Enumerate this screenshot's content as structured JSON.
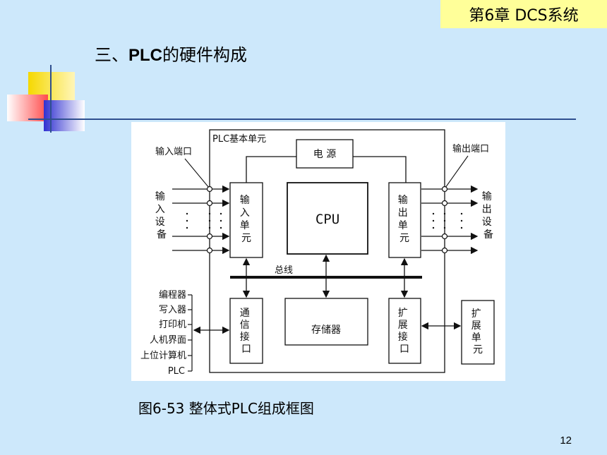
{
  "chapter_tag": "第6章 DCS系统",
  "heading": {
    "prefix": "三、",
    "en": "PLC",
    "suffix": "的硬件构成"
  },
  "diagram": {
    "outer_frame": "PLC基本单元",
    "input_port": "输入端口",
    "output_port": "输出端口",
    "power": "电 源",
    "cpu": "CPU",
    "input_unit": [
      "输",
      "入",
      "单",
      "元"
    ],
    "output_unit": [
      "输",
      "出",
      "单",
      "元"
    ],
    "input_device": [
      "输",
      "入",
      "设",
      "备"
    ],
    "output_device": [
      "输",
      "出",
      "设",
      "备"
    ],
    "bus": "总线",
    "comm_interface": [
      "通",
      "信",
      "接",
      "口"
    ],
    "memory": "存储器",
    "expansion_interface": [
      "扩",
      "展",
      "接",
      "口"
    ],
    "expansion_unit": [
      "扩",
      "展",
      "单",
      "元"
    ],
    "peripherals": [
      "编程器",
      "写入器",
      "打印机",
      "人机界面",
      "上位计算机",
      "PLC"
    ]
  },
  "caption": "图6-53  整体式PLC组成框图",
  "page_number": "12"
}
